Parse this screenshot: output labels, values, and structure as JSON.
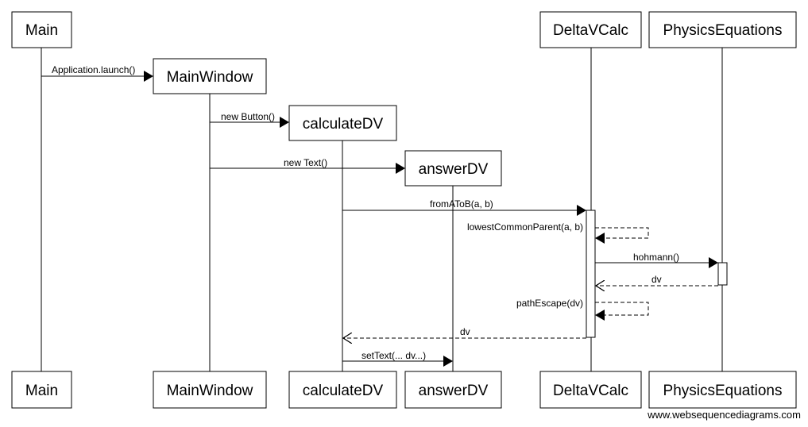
{
  "participants": [
    {
      "id": "main",
      "label": "Main"
    },
    {
      "id": "mainwindow",
      "label": "MainWindow"
    },
    {
      "id": "calculatedv",
      "label": "calculateDV"
    },
    {
      "id": "answerdv",
      "label": "answerDV"
    },
    {
      "id": "deltavcalc",
      "label": "DeltaVCalc"
    },
    {
      "id": "physics",
      "label": "PhysicsEquations"
    }
  ],
  "messages": [
    {
      "id": "launch",
      "label": "Application.launch()",
      "from": "main",
      "to": "mainwindow",
      "kind": "create"
    },
    {
      "id": "newbutton",
      "label": "new Button()",
      "from": "mainwindow",
      "to": "calculatedv",
      "kind": "create"
    },
    {
      "id": "newtext",
      "label": "new Text()",
      "from": "mainwindow",
      "to": "answerdv",
      "kind": "create"
    },
    {
      "id": "fromatob",
      "label": "fromAToB(a, b)",
      "from": "calculatedv",
      "to": "deltavcalc",
      "kind": "sync"
    },
    {
      "id": "lcp",
      "label": "lowestCommonParent(a, b)",
      "from": "deltavcalc",
      "to": "deltavcalc",
      "kind": "self"
    },
    {
      "id": "hohmann",
      "label": "hohmann()",
      "from": "deltavcalc",
      "to": "physics",
      "kind": "sync"
    },
    {
      "id": "dvreturn1",
      "label": "dv",
      "from": "physics",
      "to": "deltavcalc",
      "kind": "return"
    },
    {
      "id": "pathescape",
      "label": "pathEscape(dv)",
      "from": "deltavcalc",
      "to": "deltavcalc",
      "kind": "self"
    },
    {
      "id": "dvreturn2",
      "label": "dv",
      "from": "deltavcalc",
      "to": "calculatedv",
      "kind": "return"
    },
    {
      "id": "settext",
      "label": "setText(... dv...)",
      "from": "calculatedv",
      "to": "answerdv",
      "kind": "sync"
    }
  ],
  "footer": {
    "watermark": "www.websequencediagrams.com"
  }
}
